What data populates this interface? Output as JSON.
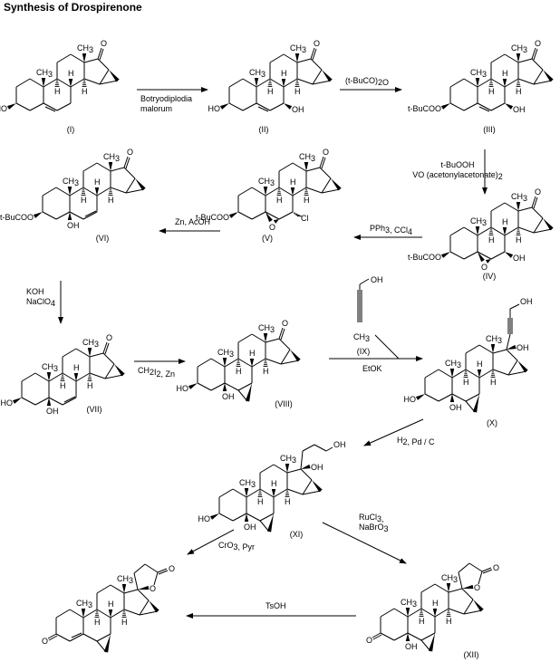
{
  "title": "Synthesis of Drospirenone",
  "compounds": [
    {
      "id": "I",
      "label": "(I)",
      "substituents": {
        "c3": "HO",
        "c17_top": "O",
        "c18": "CH3",
        "c19": "CH3"
      }
    },
    {
      "id": "II",
      "label": "(II)",
      "substituents": {
        "c3": "HO",
        "c7": "OH",
        "c17_top": "O",
        "c18": "CH3",
        "c19": "CH3"
      }
    },
    {
      "id": "III",
      "label": "(III)",
      "substituents": {
        "c3": "t-BuCOO",
        "c7": "OH",
        "c17_top": "O",
        "c18": "CH3",
        "c19": "CH3"
      }
    },
    {
      "id": "IV",
      "label": "(IV)",
      "substituents": {
        "c3": "t-BuCOO",
        "c7": "OH",
        "epoxide": "O",
        "c17_top": "O",
        "c18": "CH3",
        "c19": "CH3"
      }
    },
    {
      "id": "V",
      "label": "(V)",
      "substituents": {
        "c3": "t-BuCOO",
        "c7": "Cl",
        "epoxide": "O",
        "c17_top": "O",
        "c18": "CH3",
        "c19": "CH3"
      }
    },
    {
      "id": "VI",
      "label": "(VI)",
      "substituents": {
        "c3": "t-BuCOO",
        "c5": "OH",
        "c17_top": "O",
        "c18": "CH3",
        "c19": "CH3"
      }
    },
    {
      "id": "VII",
      "label": "(VII)",
      "substituents": {
        "c3": "HO",
        "c5": "OH",
        "c17_top": "O",
        "c18": "CH3",
        "c19": "CH3"
      }
    },
    {
      "id": "VIII",
      "label": "(VIII)",
      "substituents": {
        "c3": "HO",
        "c5": "OH",
        "c17_top": "O",
        "c18": "CH3",
        "c19": "CH3"
      }
    },
    {
      "id": "IX",
      "label": "(IX)",
      "substituents": {
        "top": "OH",
        "bottom": "CH3"
      }
    },
    {
      "id": "X",
      "label": "(X)",
      "substituents": {
        "c3": "HO",
        "c5": "OH",
        "c17": "OH",
        "side": "OH",
        "c18": "CH3",
        "c19": "CH3"
      }
    },
    {
      "id": "XI",
      "label": "(XI)",
      "substituents": {
        "c3": "HO",
        "c5": "OH",
        "c17": "OH",
        "side": "OH",
        "c18": "CH3",
        "c19": "CH3"
      }
    },
    {
      "id": "XII",
      "label": "(XII)",
      "substituents": {
        "c3": "O",
        "c5": "OH",
        "lactone_o": "O",
        "lactone_co": "O",
        "c18": "CH3",
        "c19": "CH3"
      }
    },
    {
      "id": "drospirenone",
      "label": "",
      "substituents": {
        "c3": "O",
        "lactone_o": "O",
        "lactone_co": "O",
        "c18": "CH3",
        "c19": "CH3"
      }
    }
  ],
  "common": {
    "h": "H",
    "ch": "CH",
    "sub3": "3"
  },
  "reactions": [
    {
      "from": "I",
      "to": "II",
      "reagents": [
        "Botryodiplodia",
        "malorum"
      ]
    },
    {
      "from": "II",
      "to": "III",
      "reagents": [
        "(t-BuCO)2O"
      ]
    },
    {
      "from": "III",
      "to": "IV",
      "reagents": [
        "t-BuOOH",
        "VO (acetonylacetonate)2"
      ]
    },
    {
      "from": "IV",
      "to": "V",
      "reagents": [
        "PPh3, CCl4"
      ]
    },
    {
      "from": "V",
      "to": "VI",
      "reagents": [
        "Zn, AcOH"
      ]
    },
    {
      "from": "VI",
      "to": "VII",
      "reagents": [
        "KOH",
        "NaClO4"
      ]
    },
    {
      "from": "VII",
      "to": "VIII",
      "reagents": [
        "CH2I2, Zn"
      ]
    },
    {
      "from": "VIII",
      "to": "X",
      "reagents": [
        "EtOK"
      ]
    },
    {
      "from": "X",
      "to": "XI",
      "reagents": [
        "H2, Pd / C"
      ]
    },
    {
      "from": "XI",
      "to": "drospirenone",
      "reagents": [
        "CrO3, Pyr"
      ]
    },
    {
      "from": "XI",
      "to": "XII",
      "reagents": [
        "RuCl3,",
        "NaBrO3"
      ]
    },
    {
      "from": "XII",
      "to": "drospirenone",
      "reagents": [
        "TsOH"
      ]
    }
  ]
}
